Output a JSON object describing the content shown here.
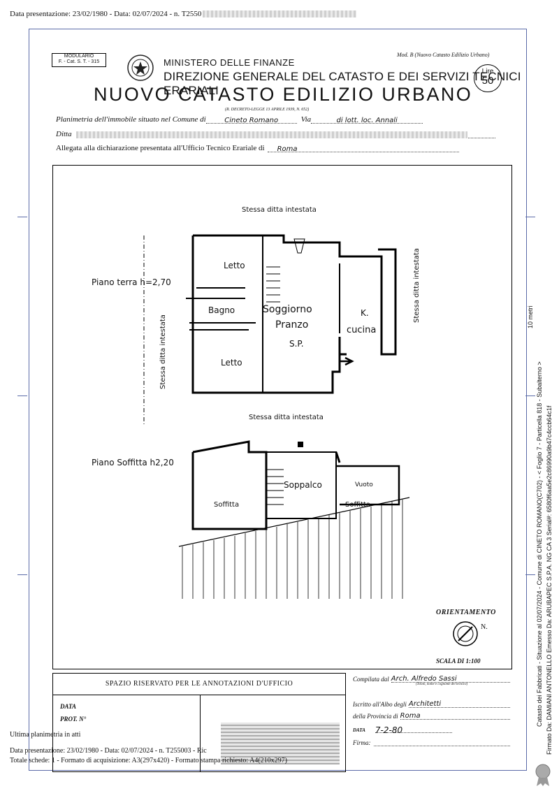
{
  "header_note": "Data presentazione: 23/02/1980 - Data: 02/07/2024 - n. T2550",
  "modulario": {
    "line1": "MODULARIO",
    "line2": "F. - Cat. S. T. - 315"
  },
  "ministry": "MINISTERO DELLE FINANZE",
  "directorate": "DIREZIONE GENERALE DEL CATASTO E DEI SERVIZI TECNICI ERARIALI",
  "model": "Mod. B (Nuovo Catasto Edilizio Urbano)",
  "stamp": {
    "line1": "Lire",
    "line2": "50"
  },
  "title": "NUOVO CATASTO EDILIZIO URBANO",
  "decree": "(R. DECRETO-LEGGE 13 APRILE 1939, N. 652)",
  "fields": {
    "planimetria_label": "Planimetria dell'immobile situato nel Comune di",
    "comune_value": "Cineto Romano",
    "via_label": "Via",
    "via_value": "di lott. loc. Annali",
    "ditta_label": "Ditta",
    "allegata_label": "Allegata alla dichiarazione presentata all'Ufficio Tecnico Erariale di",
    "ufficio_value": "Roma"
  },
  "plan": {
    "top_note": "Stessa ditta intestata",
    "bottom_note": "Stessa ditta intestata",
    "right_note": "Stessa ditta intestata",
    "left_note": "Stessa ditta intestata",
    "ground_floor_label": "Piano terra  h=2,70",
    "attic_floor_label": "Piano Soffitta h2,20",
    "rooms": {
      "letto1": "Letto",
      "bagno": "Bagno",
      "soggiorno": "Soggiorno",
      "pranzo": "Pranzo",
      "sp": "S.P.",
      "k": "K.",
      "cucina": "cucina",
      "letto2": "Letto",
      "soppalco": "Soppalco",
      "soffitta1": "Soffitta",
      "soffitta2": "Soffitta",
      "vuoto": "Vuoto"
    },
    "orientation_label": "ORIENTAMENTO",
    "north": "N.",
    "scale": "SCALA DI 1:100"
  },
  "office": {
    "header": "SPAZIO RISERVATO PER LE ANNOTAZIONI D'UFFICIO",
    "data_label": "DATA",
    "prot_label": "PROT. N°"
  },
  "compiled": {
    "compilata_label": "Compilata dal",
    "compilata_value": "Arch. Alfredo Sassi",
    "compilata_sub": "(Titolo, nome e cognome del tecnico)",
    "iscritto_label": "Iscritto all'Albo degli",
    "iscritto_value": "Architetti",
    "provincia_label": "della Provincia di",
    "provincia_value": "Roma",
    "data_label": "DATA",
    "data_value": "7-2-80",
    "firma_label": "Firma:"
  },
  "footer": {
    "ultima": "Ultima planimetria in atti",
    "line1": "Data presentazione: 23/02/1980 - Data: 02/07/2024 - n. T255003 - Ric",
    "line2": "Totale schede: 1 - Formato di acquisizione: A3(297x420) - Formato stampa richiesto: A4(210x297)"
  },
  "side_text": {
    "line1": "Catasto dei Fabbricati - Situazione al 02/07/2024 - Comune di CINETO ROMANO(C702) - < Foglio 7 - Particella 818 - Subalterno >",
    "line2": "Firmato Da: DAMIANI ANTONELLO Emesso Da: ARUBAPEC S.P.A. NG CA 3 Serial#: 6580f6aa5e2c86990a9b47c4ccb64c1f",
    "line3": "10 metri"
  }
}
